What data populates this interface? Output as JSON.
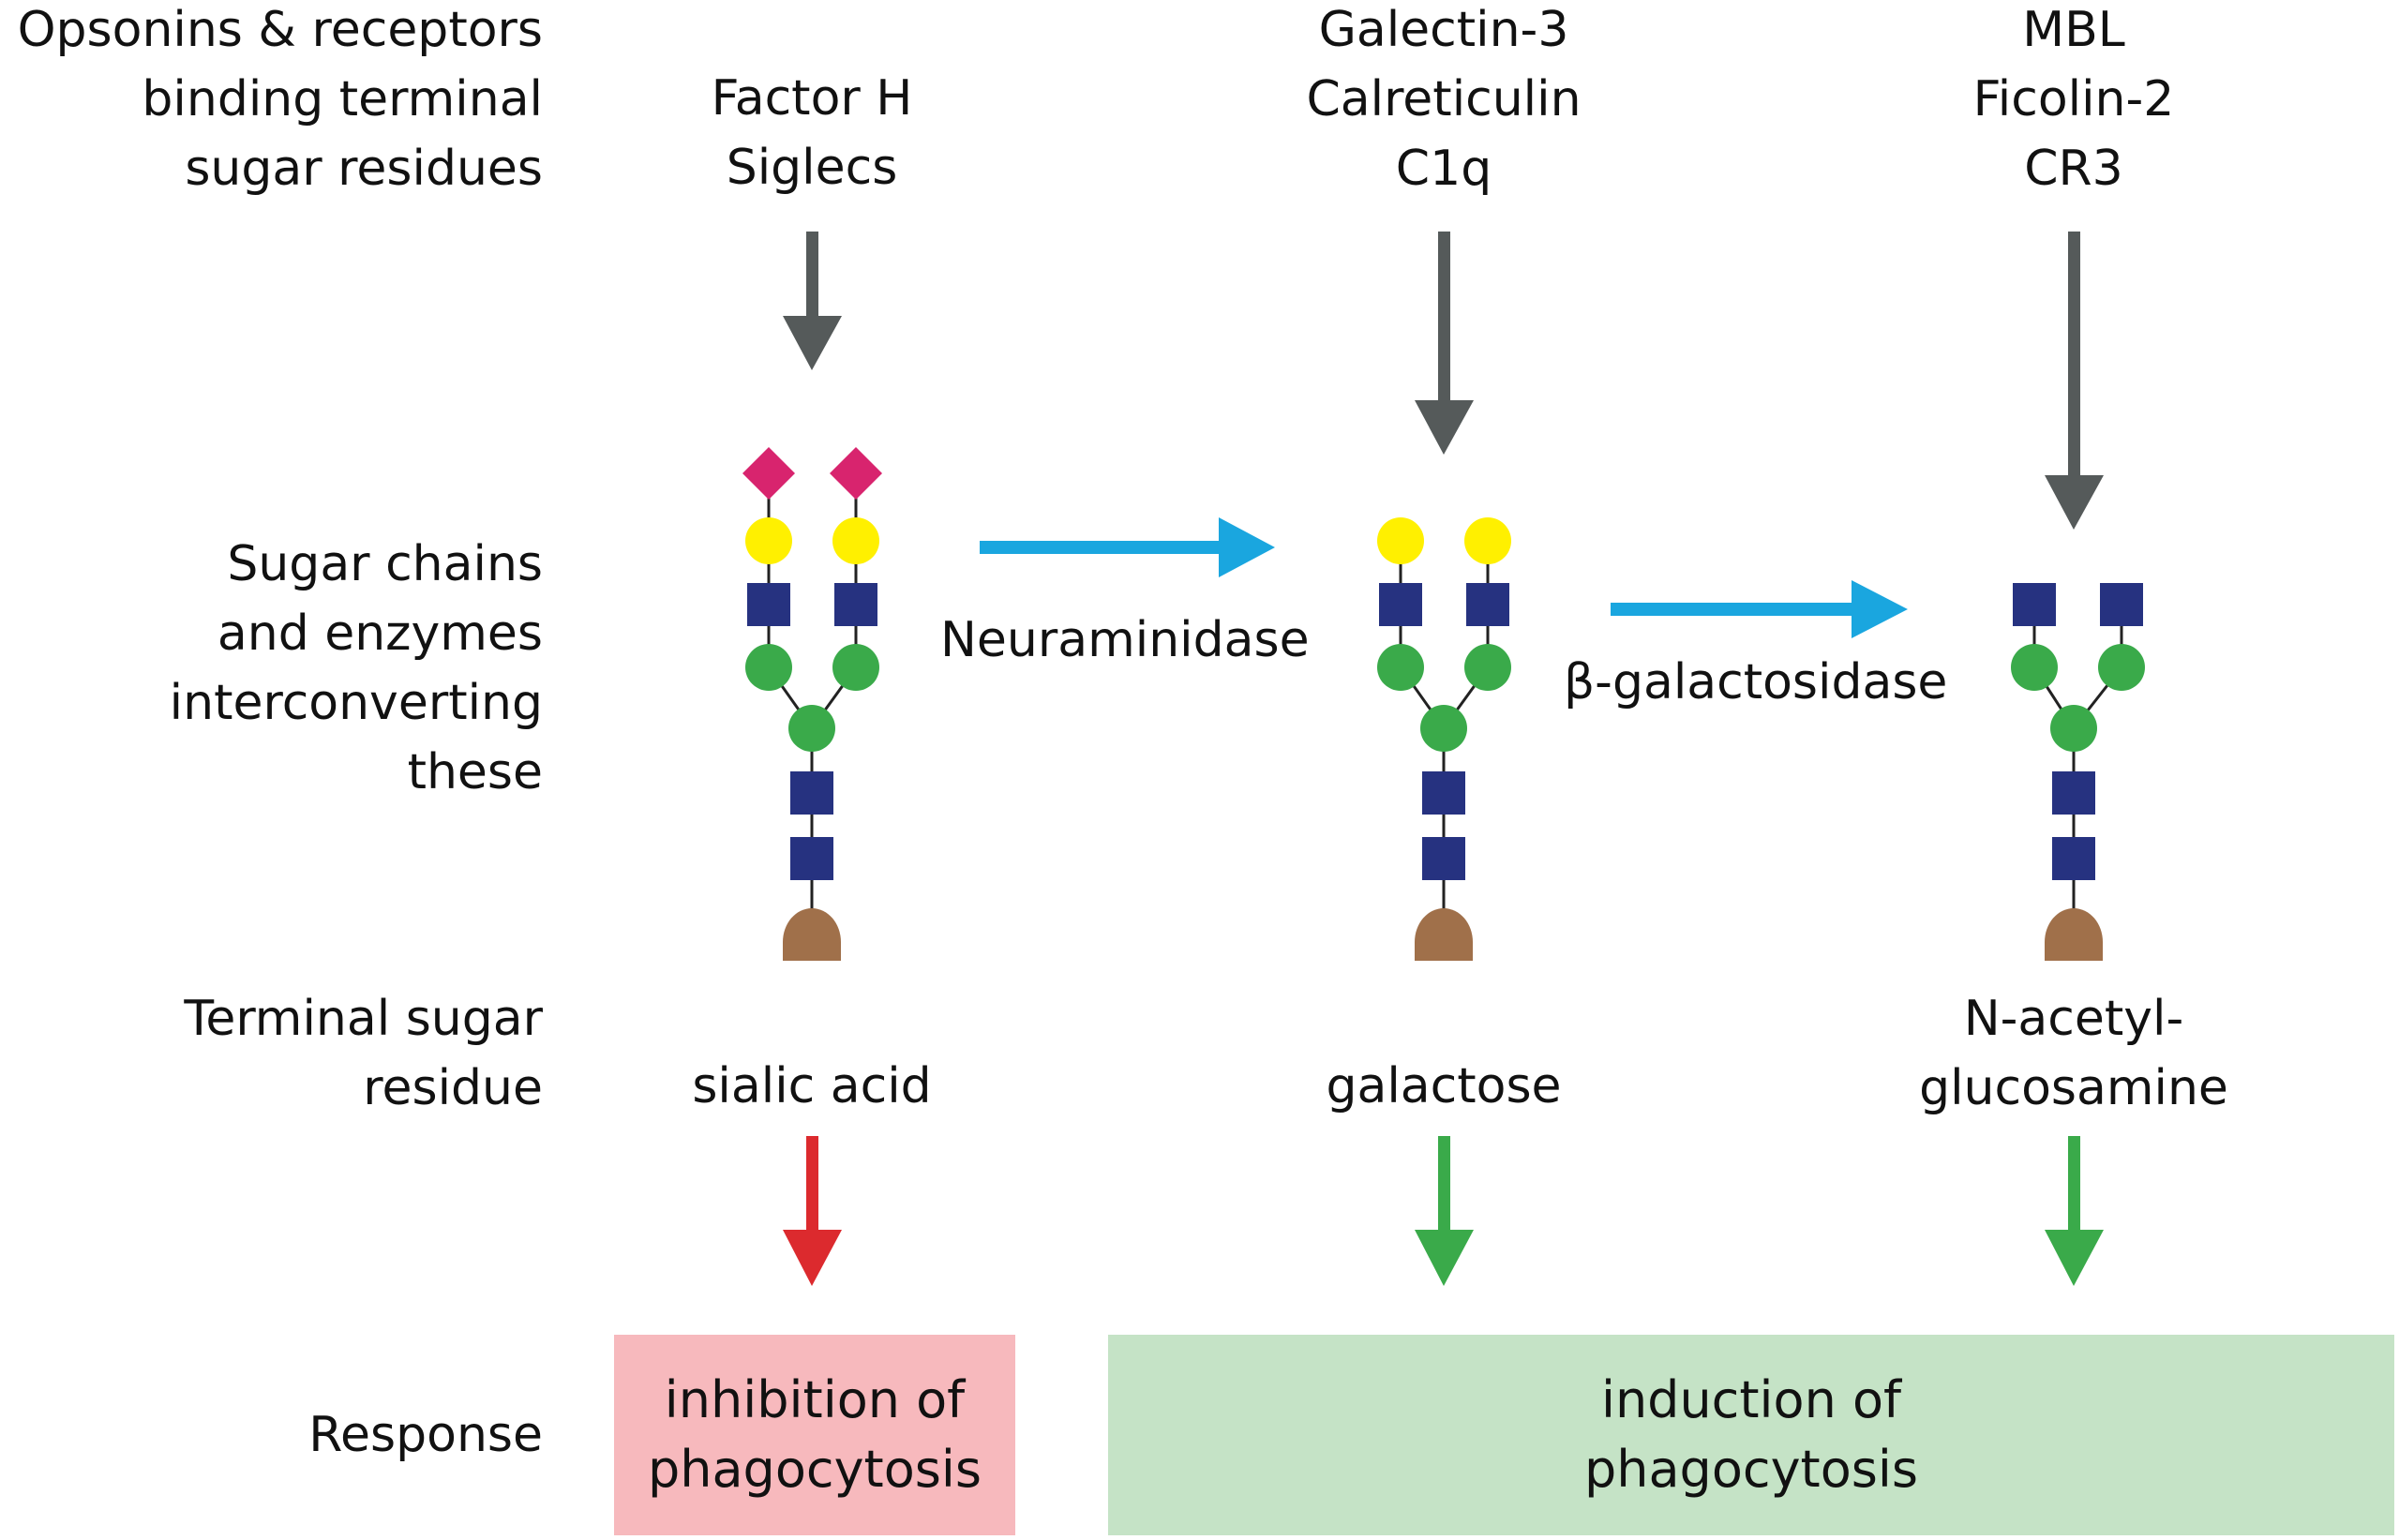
{
  "rows": {
    "opsonins": "Opsonins & receptors\nbinding terminal\nsugar residues",
    "sugar_chains": "Sugar chains\nand enzymes\ninterconverting\nthese",
    "terminal": "Terminal sugar\nresidue",
    "response": "Response"
  },
  "columns": [
    {
      "receptors": "Factor H\nSiglecs",
      "residue": "sialic acid",
      "response_color": "#dc2a2e"
    },
    {
      "receptors": "Galectin-3\nCalreticulin\nC1q",
      "residue": "galactose",
      "response_color": "#3aaa4a"
    },
    {
      "receptors": "MBL\nFicolin-2\nCR3",
      "residue": "N-acetyl-\nglucosamine",
      "response_color": "#3aaa4a"
    }
  ],
  "enzymes": [
    "Neuraminidase",
    "β-galactosidase"
  ],
  "responses": {
    "inhibition": {
      "label": "inhibition of\nphagocytosis",
      "color": "#f7b9bd"
    },
    "induction": {
      "label": "induction of\nphagocytosis",
      "color": "#c5e3c6"
    }
  },
  "colors": {
    "receptor_arrow": "#555a5a",
    "enzyme_arrow": "#1aa6df",
    "sialic_acid": "#d8246e",
    "galactose": "#fff000",
    "glcnac": "#263280",
    "mannose": "#3aaa4a",
    "protein": "#a0704a"
  },
  "icons": {
    "sialic_acid": "magenta-diamond",
    "galactose": "yellow-circle",
    "glcnac": "blue-square",
    "mannose": "green-circle",
    "protein": "brown-dome"
  }
}
